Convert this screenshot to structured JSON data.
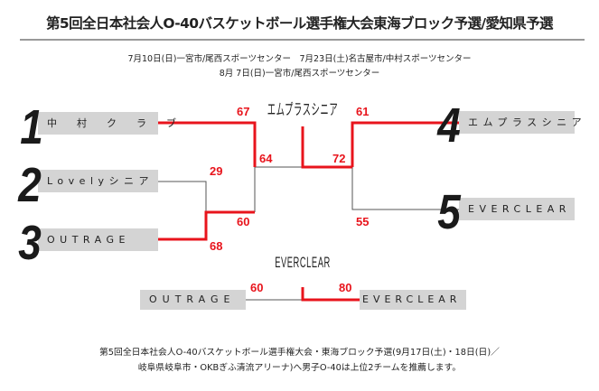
{
  "title": "第5回全日本社会人O-40バスケットボール選手権大会東海ブロック予選/愛知県予選",
  "schedule": [
    "7月10日(日)一宮市/尾西スポーツセンター　7月23日(土)名古屋市/中村スポーツセンター",
    "8月 7日(日)一宮市/尾西スポーツセンター"
  ],
  "teams": [
    {
      "seed": "1",
      "name": "中　村　ク　ラ　ブ"
    },
    {
      "seed": "2",
      "name": "Lovelyシニア"
    },
    {
      "seed": "3",
      "name": "OUTRAGE"
    },
    {
      "seed": "4",
      "name": "エムプラスシニア"
    },
    {
      "seed": "5",
      "name": "EVERCLEAR"
    }
  ],
  "scores": {
    "r1_team2": "29",
    "r1_team3": "68",
    "sf_team1": "67",
    "sf_winner23": "60",
    "final_left": "64",
    "final_right": "72",
    "sf_team4": "61",
    "sf_team5": "55",
    "third_left": "60",
    "third_right": "80"
  },
  "champion": "エムプラスシニア",
  "third_place": {
    "winner": "EVERCLEAR",
    "left_team": "OUTRAGE",
    "right_team": "EVERCLEAR"
  },
  "footer": [
    "第5回全日本社会人O-40バスケットボール選手権大会・東海ブロック予選(9月17日(土)・18日(日)／",
    "岐阜県岐阜市・OKBぎふ清流アリーナ)へ男子O-40は上位2チームを推薦します。"
  ],
  "colors": {
    "win": "#e8141c",
    "lose": "#555555",
    "box": "#d4d4d4"
  }
}
